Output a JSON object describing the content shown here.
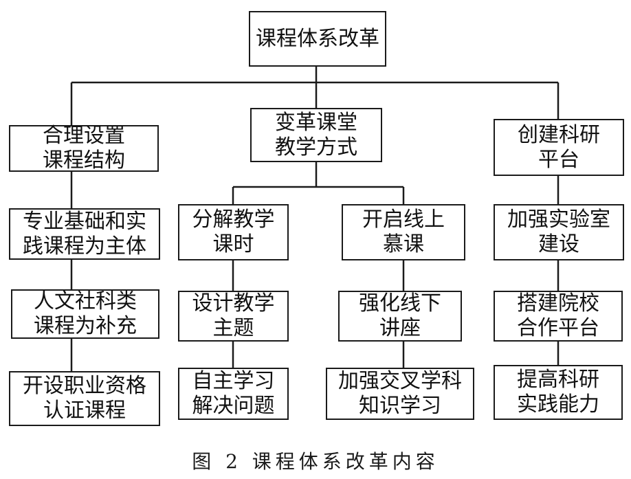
{
  "root": "课程体系改革",
  "branches": [
    {
      "title": "合理设置\n课程结构",
      "items": [
        "专业基础和实\n践课程为主体",
        "人文社科类\n课程为补充",
        "开设职业资格\n认证课程"
      ]
    },
    {
      "title": "变革课堂\n教学方式",
      "sub": [
        {
          "title": "分解教学\n课时",
          "items": [
            "设计教学\n主题",
            "自主学习\n解决问题"
          ]
        },
        {
          "title": "开启线上\n慕课",
          "items": [
            "强化线下\n讲座",
            "加强交叉学科\n知识学习"
          ]
        }
      ]
    },
    {
      "title": "创建科研\n平台",
      "items": [
        "加强实验室\n建设",
        "搭建院校\n合作平台",
        "提高科研\n实践能力"
      ]
    }
  ],
  "caption": "图 2 课程体系改革内容"
}
